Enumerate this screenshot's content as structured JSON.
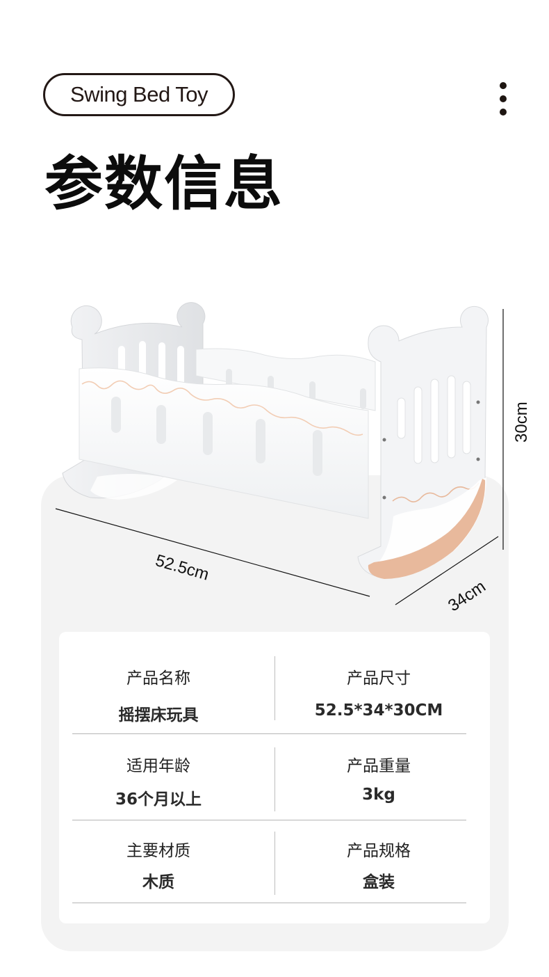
{
  "header": {
    "badge_label": "Swing Bed Toy",
    "menu_icon": "more-vertical-icon"
  },
  "title": "参数信息",
  "product_image": {
    "subject": "white wooden doll rocking cradle with peach rocker trim",
    "accent_color": "#e8b99c"
  },
  "dimensions": {
    "length": "52.5cm",
    "width": "34cm",
    "height": "30cm"
  },
  "specs": {
    "rows": [
      {
        "left": {
          "label": "产品名称",
          "value": "摇摆床玩具"
        },
        "right": {
          "label": "产品尺寸",
          "value": "52.5*34*30CM"
        }
      },
      {
        "left": {
          "label": "适用年龄",
          "value": "36个月以上"
        },
        "right": {
          "label": "产品重量",
          "value": "3kg"
        }
      },
      {
        "left": {
          "label": "主要材质",
          "value": "木质"
        },
        "right": {
          "label": "产品规格",
          "value": "盒装"
        }
      }
    ]
  },
  "colors": {
    "text_dark": "#231815",
    "panel_bg": "#f3f3f3",
    "card_bg": "#ffffff",
    "divider": "#b5b5b5",
    "accent_peach": "#e8b99c"
  }
}
